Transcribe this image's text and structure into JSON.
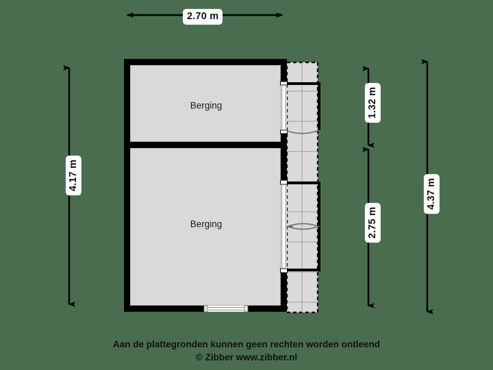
{
  "page": {
    "background_color": "#4a6d50",
    "wall_color": "#000000",
    "room_fill_color": "#d9d9d9",
    "terrace_fill_color": "#dadada",
    "terrace_grid_color": "#a8a8a8",
    "dimension_color": "#000000",
    "label_background": "#ffffff"
  },
  "plan": {
    "title": "Berging floor plan",
    "rooms": [
      {
        "name": "room-upper",
        "label": "Berging"
      },
      {
        "name": "room-lower",
        "label": "Berging"
      }
    ],
    "openings": [
      {
        "name": "door-upper-right",
        "type": "single-door",
        "swing": "outward"
      },
      {
        "name": "door-lower-right-top-leaf",
        "type": "double-door-leaf",
        "swing": "outward"
      },
      {
        "name": "door-lower-right-bottom-leaf",
        "type": "double-door-leaf",
        "swing": "outward"
      },
      {
        "name": "window-bottom-wall",
        "type": "window"
      }
    ],
    "terrace": {
      "name": "paved-terrace",
      "border": "dashed",
      "pattern": "tiles"
    }
  },
  "dimensions": {
    "top_width": "2.70 m",
    "left_height": "4.17 m",
    "right_inner_top": "1.32 m",
    "right_inner_bottom": "2.75 m",
    "right_outer_height": "4.37 m"
  },
  "footer": {
    "line1": "Aan de plattegronden kunnen geen rechten worden ontleend",
    "line2": "© Zibber www.zibber.nl"
  }
}
